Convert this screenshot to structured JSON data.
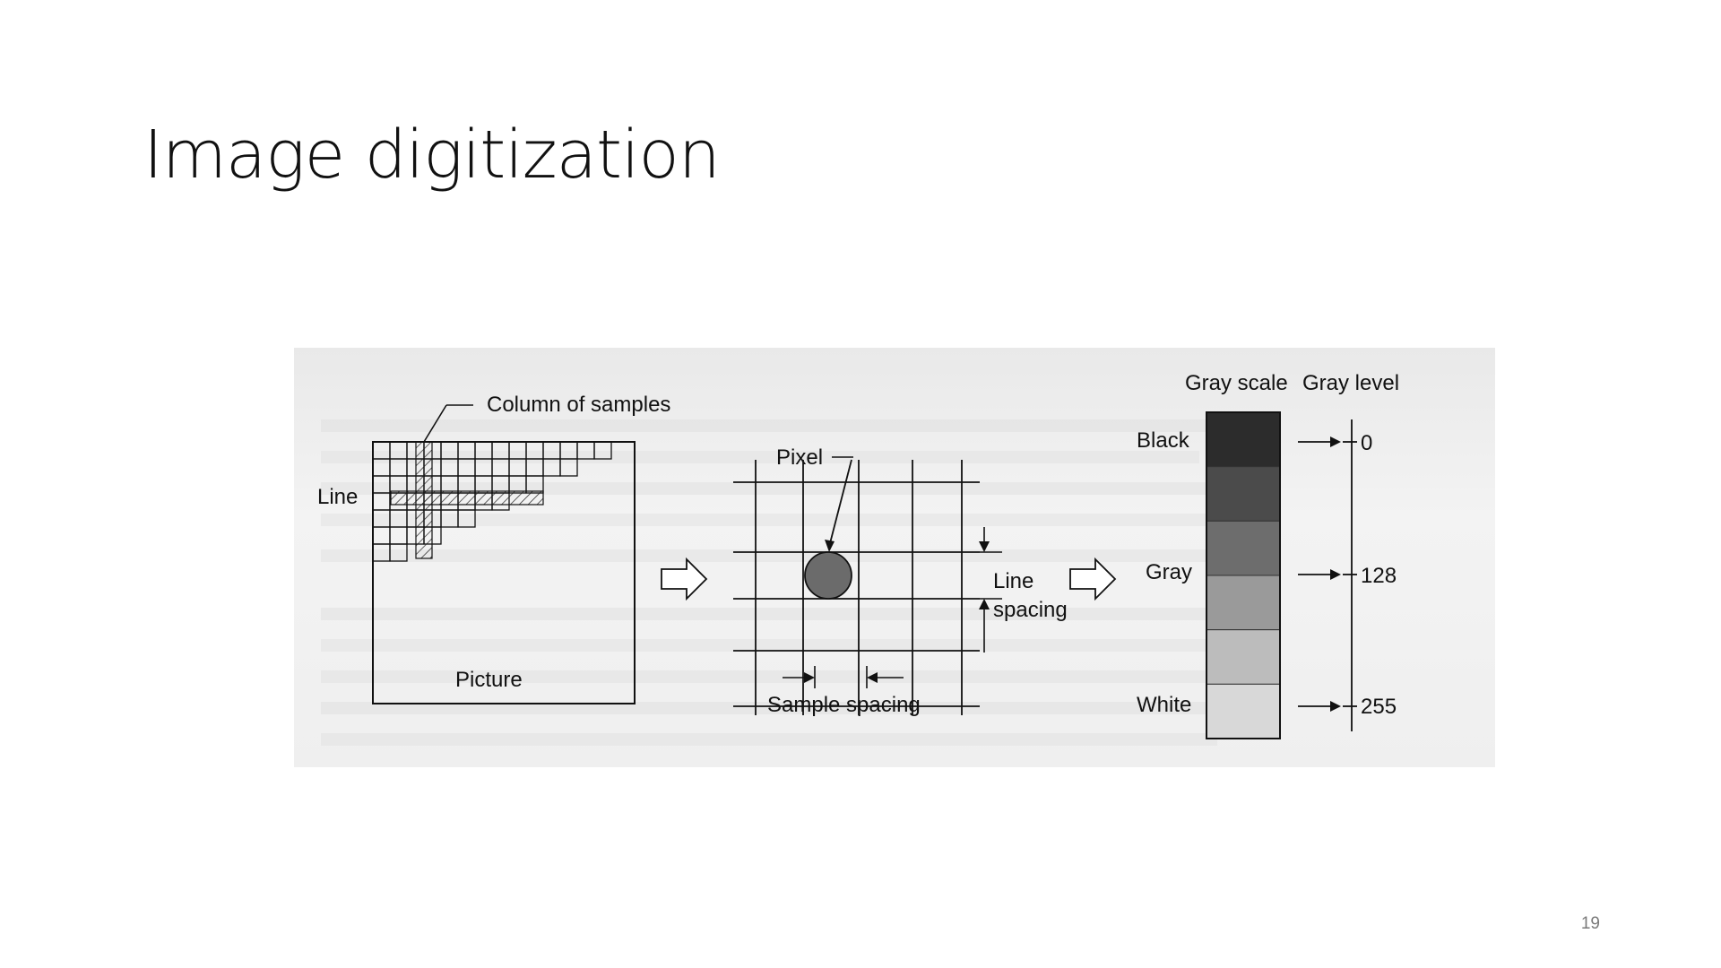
{
  "slide": {
    "title": "Image digitization",
    "page_number": "19"
  },
  "figure": {
    "labels": {
      "column_of_samples": "Column of samples",
      "line": "Line",
      "picture": "Picture",
      "pixel": "Pixel",
      "line_spacing_1": "Line",
      "line_spacing_2": "spacing",
      "sample_spacing": "Sample spacing",
      "gray_scale": "Gray scale",
      "gray_level": "Gray level",
      "black": "Black",
      "gray": "Gray",
      "white": "White",
      "level_0": "0",
      "level_128": "128",
      "level_255": "255"
    },
    "gray_scale_colors": [
      "#2c2c2c",
      "#4b4b4b",
      "#6d6d6d",
      "#9a9a9a",
      "#bcbcbc",
      "#d8d8d8"
    ]
  }
}
